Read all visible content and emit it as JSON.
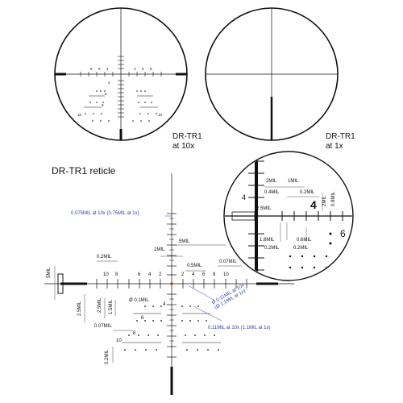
{
  "captions": {
    "top_left_name": "DR-TR1",
    "top_left_mag": "at 10x",
    "top_right_name": "DR-TR1",
    "top_right_mag": "at 1x",
    "section_title": "DR-TR1 reticle"
  },
  "callouts": {
    "blue_top": "0.075MIL at 10x (0.75MIL at 1x)",
    "blue_diag_1": "Ø 0.11MIL at 10x",
    "blue_diag_2": "(Ø 1.1MIL at 1x)",
    "blue_bottom": "0.11MIL at 10x (1.1MIL at 1x)"
  },
  "dims": {
    "mil1_top": "1MIL",
    "mil5": "5MIL",
    "mil02_left": "0.2MIL",
    "mil05": "0.5MIL",
    "mil007_right": "0.07MIL",
    "mil5_vertical": "5MIL",
    "mil2_left": "2.5MIL",
    "mil25_mid": "2.5MIL",
    "mil15": "1.5MIL",
    "mil01": "Ø 0.1MIL",
    "mil007_bottom": "0.07MIL",
    "mil02_bottom": "0.2MIL"
  },
  "inset_dims": {
    "a": "2MIL",
    "b": "1MIL",
    "c": "0.4MIL",
    "d": "0.2MIL",
    "e": "2MIL",
    "f": "2.5MIL",
    "g": "0.8MIL",
    "h": "1.8MIL",
    "i": "0.6MIL",
    "j": "0.2MIL",
    "k": "0.2MIL",
    "l": "4",
    "m": "4",
    "n": "6"
  },
  "hash_numbers": {
    "left": [
      "10",
      "8",
      "6",
      "4",
      "2"
    ],
    "right": [
      "2",
      "4",
      "6",
      "8",
      "10"
    ],
    "below": [
      "4",
      "6",
      "8",
      "10"
    ]
  }
}
